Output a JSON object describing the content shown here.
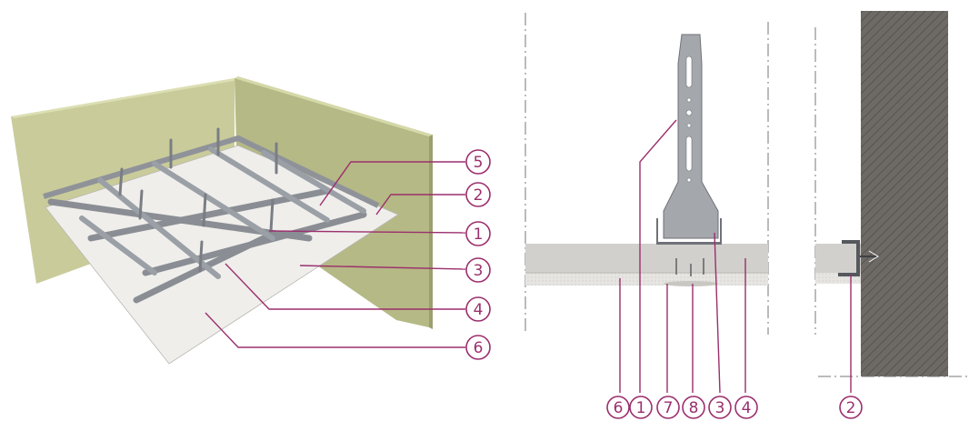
{
  "iso_callouts": [
    {
      "id": "5",
      "text": "5"
    },
    {
      "id": "2",
      "text": "2"
    },
    {
      "id": "1",
      "text": "1"
    },
    {
      "id": "3",
      "text": "3"
    },
    {
      "id": "4",
      "text": "4"
    },
    {
      "id": "6",
      "text": "6"
    }
  ],
  "section_callouts": [
    {
      "id": "6",
      "text": "6"
    },
    {
      "id": "1",
      "text": "1"
    },
    {
      "id": "7",
      "text": "7"
    },
    {
      "id": "8",
      "text": "8"
    },
    {
      "id": "3",
      "text": "3"
    },
    {
      "id": "4",
      "text": "4"
    }
  ],
  "edge_callouts": [
    {
      "id": "2",
      "text": "2"
    }
  ],
  "colors": {
    "accent": "#9b2f6d",
    "wall": "#c9cc9a",
    "wall_dark": "#a9ad78",
    "metal": "#8f9399",
    "board": "#ecebe8",
    "board_section": "#d1d0cc",
    "concrete": "#6d6964"
  }
}
